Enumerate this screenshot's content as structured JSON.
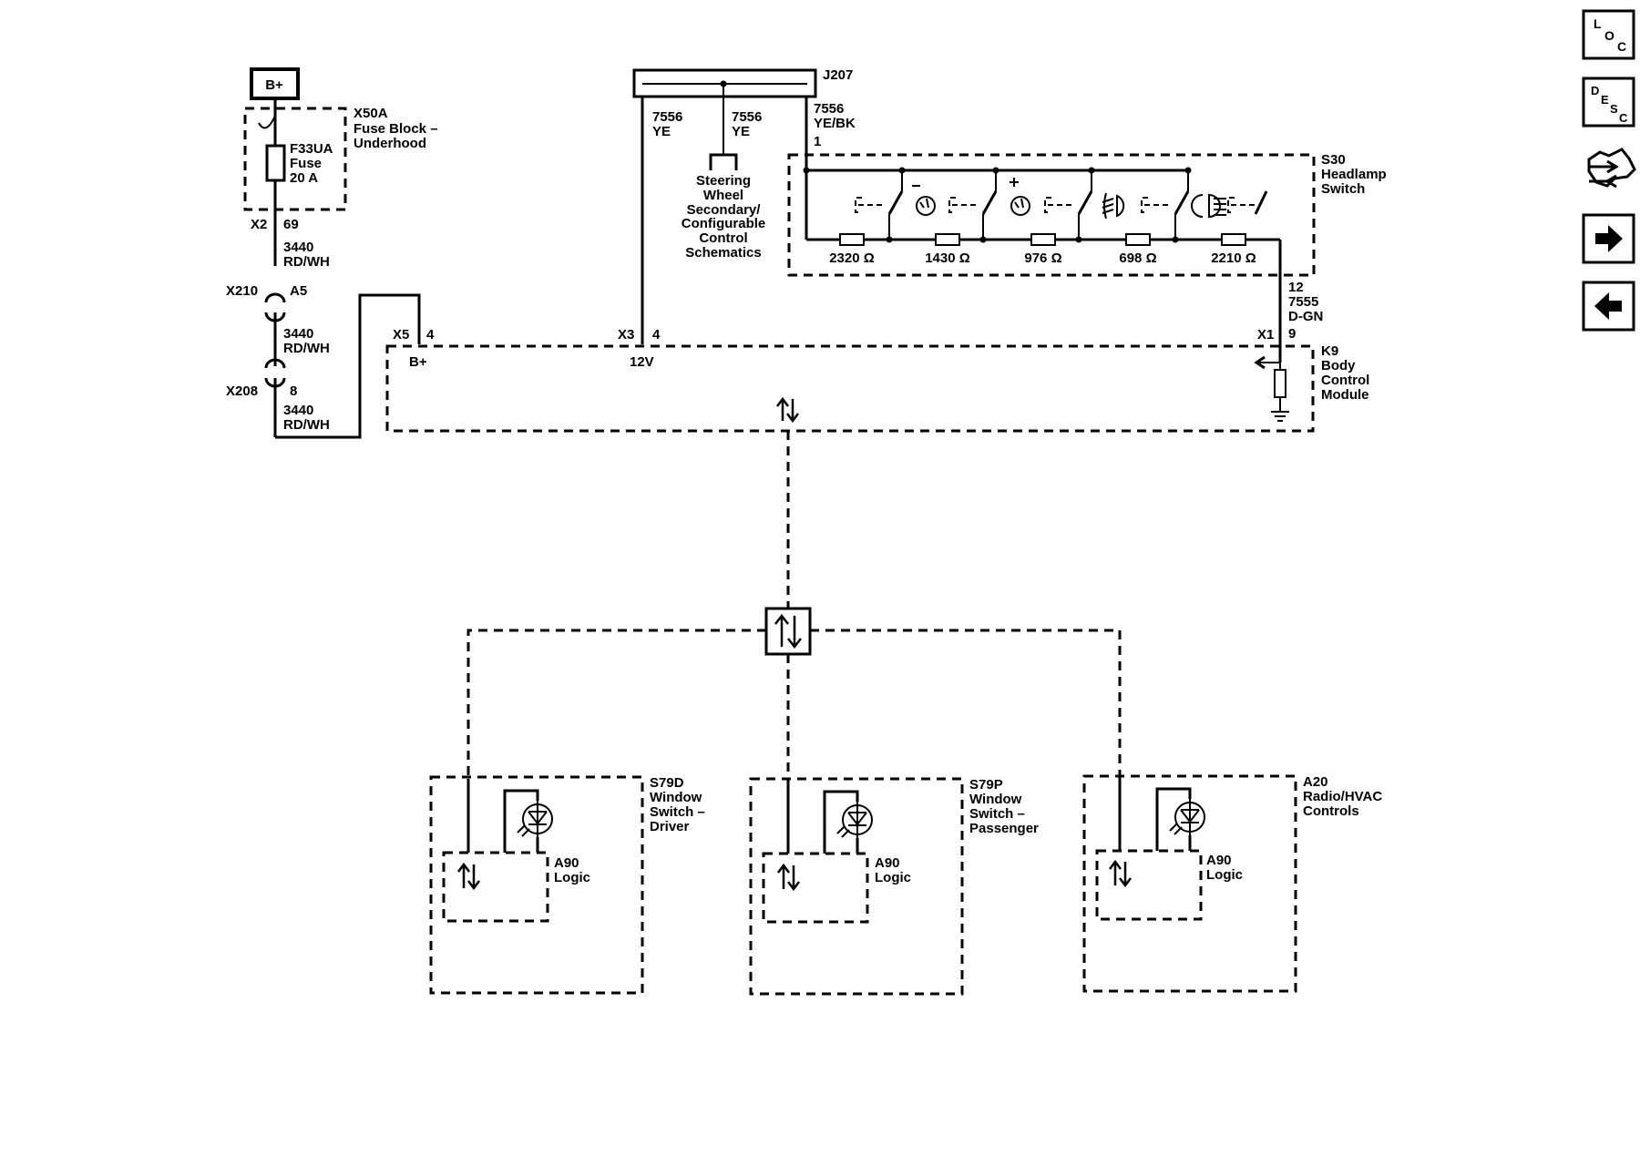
{
  "power": {
    "battery": "B+"
  },
  "fuse_block": {
    "ref": "X50A",
    "name_lines": [
      "Fuse Block –",
      "Underhood"
    ],
    "fuse_lines": [
      "F33UA",
      "Fuse",
      "20 A"
    ],
    "connector": "X2",
    "pin": "69"
  },
  "wires": {
    "w3440a": [
      "3440",
      "RD/WH"
    ],
    "w3440b": [
      "3440",
      "RD/WH"
    ],
    "w3440c": [
      "3440",
      "RD/WH"
    ],
    "w7556_left": [
      "7556",
      "YE"
    ],
    "w7556_mid": [
      "7556",
      "YE"
    ],
    "w7556_right": [
      "7556",
      "YE/BK"
    ],
    "w7556_pin": "1",
    "w7555": [
      "7555",
      "D-GN"
    ],
    "w7555_pin_top": "12",
    "w7555_pin_bottom": "9"
  },
  "inline_connectors": {
    "x210": {
      "ref": "X210",
      "pin": "A5"
    },
    "x208": {
      "ref": "X208",
      "pin": "8"
    }
  },
  "splice": {
    "ref": "J207"
  },
  "steering_note": [
    "Steering",
    "Wheel",
    "Secondary/",
    "Configurable",
    "Control",
    "Schematics"
  ],
  "headlamp_switch": {
    "ref": "S30",
    "name_lines": [
      "Headlamp",
      "Switch"
    ],
    "resistors": [
      "2320 Ω",
      "1430 Ω",
      "976 Ω",
      "698 Ω",
      "2210 Ω"
    ]
  },
  "bcm": {
    "ref": "K9",
    "name_lines": [
      "Body",
      "Control",
      "Module"
    ],
    "x5": {
      "ref": "X5",
      "pin": "4",
      "label": "B+"
    },
    "x3": {
      "ref": "X3",
      "pin": "4",
      "label": "12V"
    },
    "x1": {
      "ref": "X1"
    }
  },
  "modules": [
    {
      "ref": "S79D",
      "name_lines": [
        "Window",
        "Switch –",
        "Driver"
      ],
      "logic": [
        "A90",
        "Logic"
      ]
    },
    {
      "ref": "S79P",
      "name_lines": [
        "Window",
        "Switch –",
        "Passenger"
      ],
      "logic": [
        "A90",
        "Logic"
      ]
    },
    {
      "ref": "A20",
      "name_lines": [
        "Radio/HVAC",
        "Controls"
      ],
      "logic": [
        "A90",
        "Logic"
      ]
    }
  ],
  "nav": {
    "loc": [
      "L",
      "O",
      "C"
    ],
    "desc": [
      "D",
      "E",
      "S",
      "C"
    ],
    "icons": [
      "connector-end-view-icon",
      "next-page-arrow-icon",
      "previous-page-arrow-icon"
    ]
  }
}
